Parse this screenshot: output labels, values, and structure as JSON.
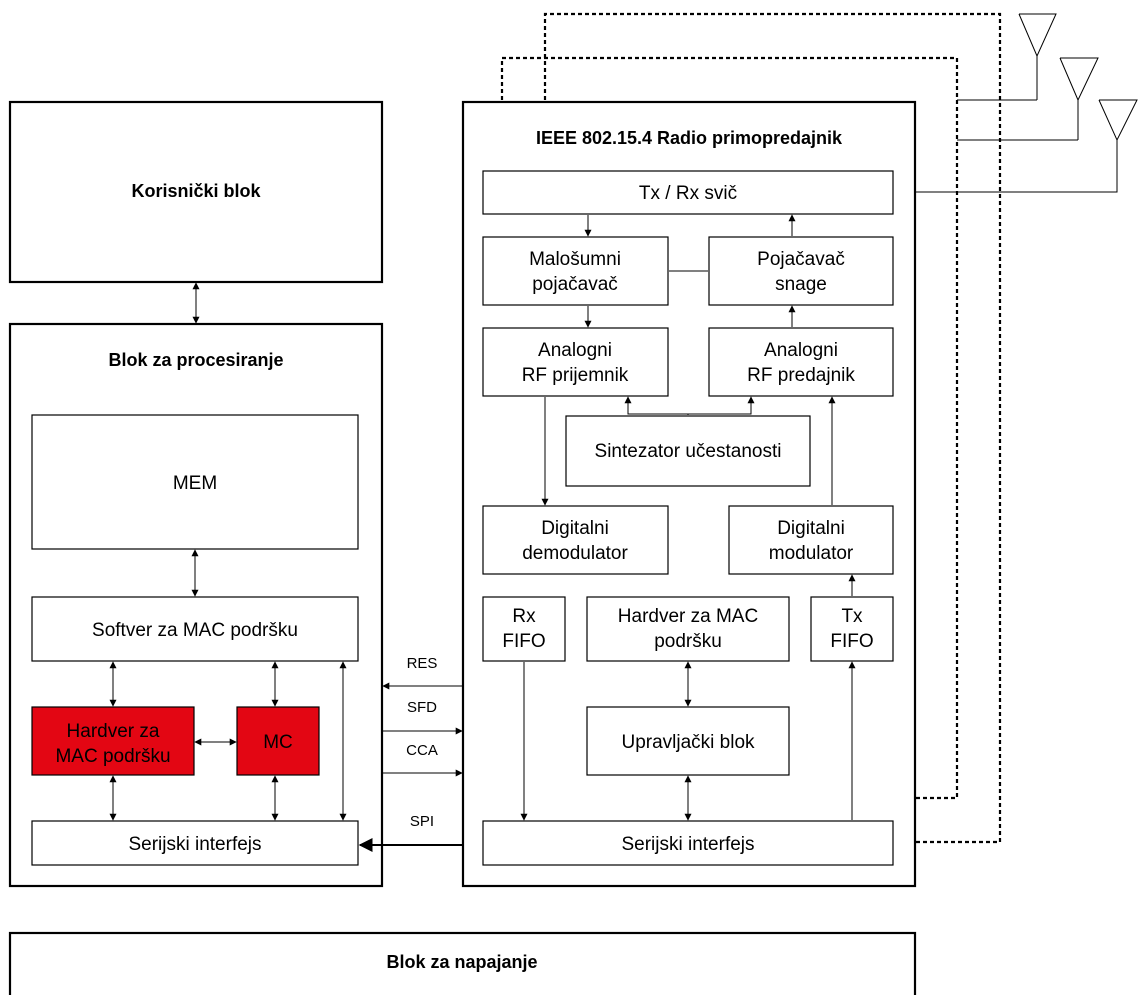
{
  "blocks": {
    "user_block": "Korisnički blok",
    "processing_block": "Blok za procesiranje",
    "mem": "MEM",
    "mac_software": "Softver za MAC podršku",
    "mac_hardware_proc": [
      "Hardver za",
      "MAC podršku"
    ],
    "mc": "MC",
    "serial_proc": "Serijski interfejs",
    "radio_block": "IEEE 802.15.4 Radio primopredajnik",
    "txrx_switch": "Tx / Rx svič",
    "lna": [
      "Malošumni",
      "pojačavač"
    ],
    "pa": [
      "Pojačavač",
      "snage"
    ],
    "rf_rx": [
      "Analogni",
      "RF prijemnik"
    ],
    "rf_tx": [
      "Analogni",
      "RF predajnik"
    ],
    "synth": "Sintezator učestanosti",
    "demod": [
      "Digitalni",
      "demodulator"
    ],
    "mod": [
      "Digitalni",
      "modulator"
    ],
    "rx_fifo": [
      "Rx",
      "FIFO"
    ],
    "mac_hardware_radio": [
      "Hardver za MAC",
      "podršku"
    ],
    "tx_fifo": [
      "Tx",
      "FIFO"
    ],
    "control_block": "Upravljački blok",
    "serial_radio": "Serijski interfejs",
    "power_block": "Blok za napajanje"
  },
  "signals": {
    "res": "RES",
    "sfd": "SFD",
    "cca": "CCA",
    "spi": "SPI"
  },
  "colors": {
    "highlight": "#e30613",
    "line": "#000000"
  }
}
